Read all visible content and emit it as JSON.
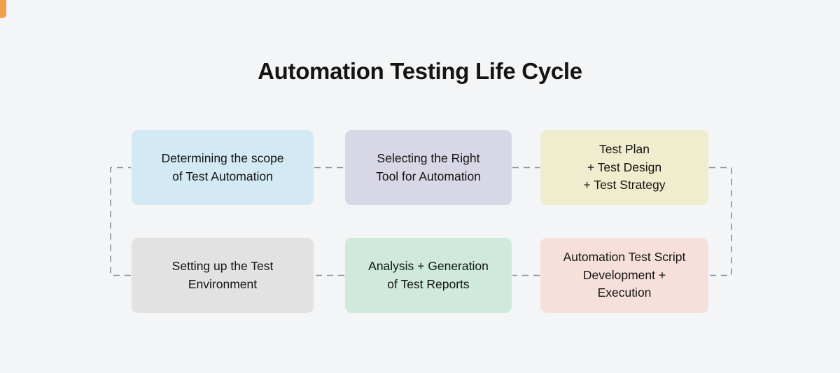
{
  "diagram": {
    "title": "Automation Testing Life Cycle",
    "type": "process-cycle",
    "background_color": "#f4f5f7",
    "accent_color": "#f0a04b",
    "text_color": "#141414",
    "connector": {
      "style": "dashed",
      "color": "#8a8f98"
    },
    "stages": [
      {
        "order": 1,
        "label": "Determining the scope\nof Test Automation",
        "color": "#d3eaf5",
        "row": 1,
        "column": 1
      },
      {
        "order": 2,
        "label": "Selecting the Right\nTool for Automation",
        "color": "#d8d7e6",
        "row": 1,
        "column": 2
      },
      {
        "order": 3,
        "label": "Test Plan\n+ Test Design\n+ Test Strategy",
        "color": "#efedcd",
        "row": 1,
        "column": 3
      },
      {
        "order": 4,
        "label": "Setting up the Test\nEnvironment",
        "color": "#e2e2e2",
        "row": 2,
        "column": 3
      },
      {
        "order": 5,
        "label": "Analysis + Generation\nof Test Reports",
        "color": "#cfe9dd",
        "row": 2,
        "column": 2
      },
      {
        "order": 6,
        "label": "Automation Test Script\nDevelopment +\nExecution",
        "color": "#f7e0dc",
        "row": 2,
        "column": 1
      }
    ]
  }
}
